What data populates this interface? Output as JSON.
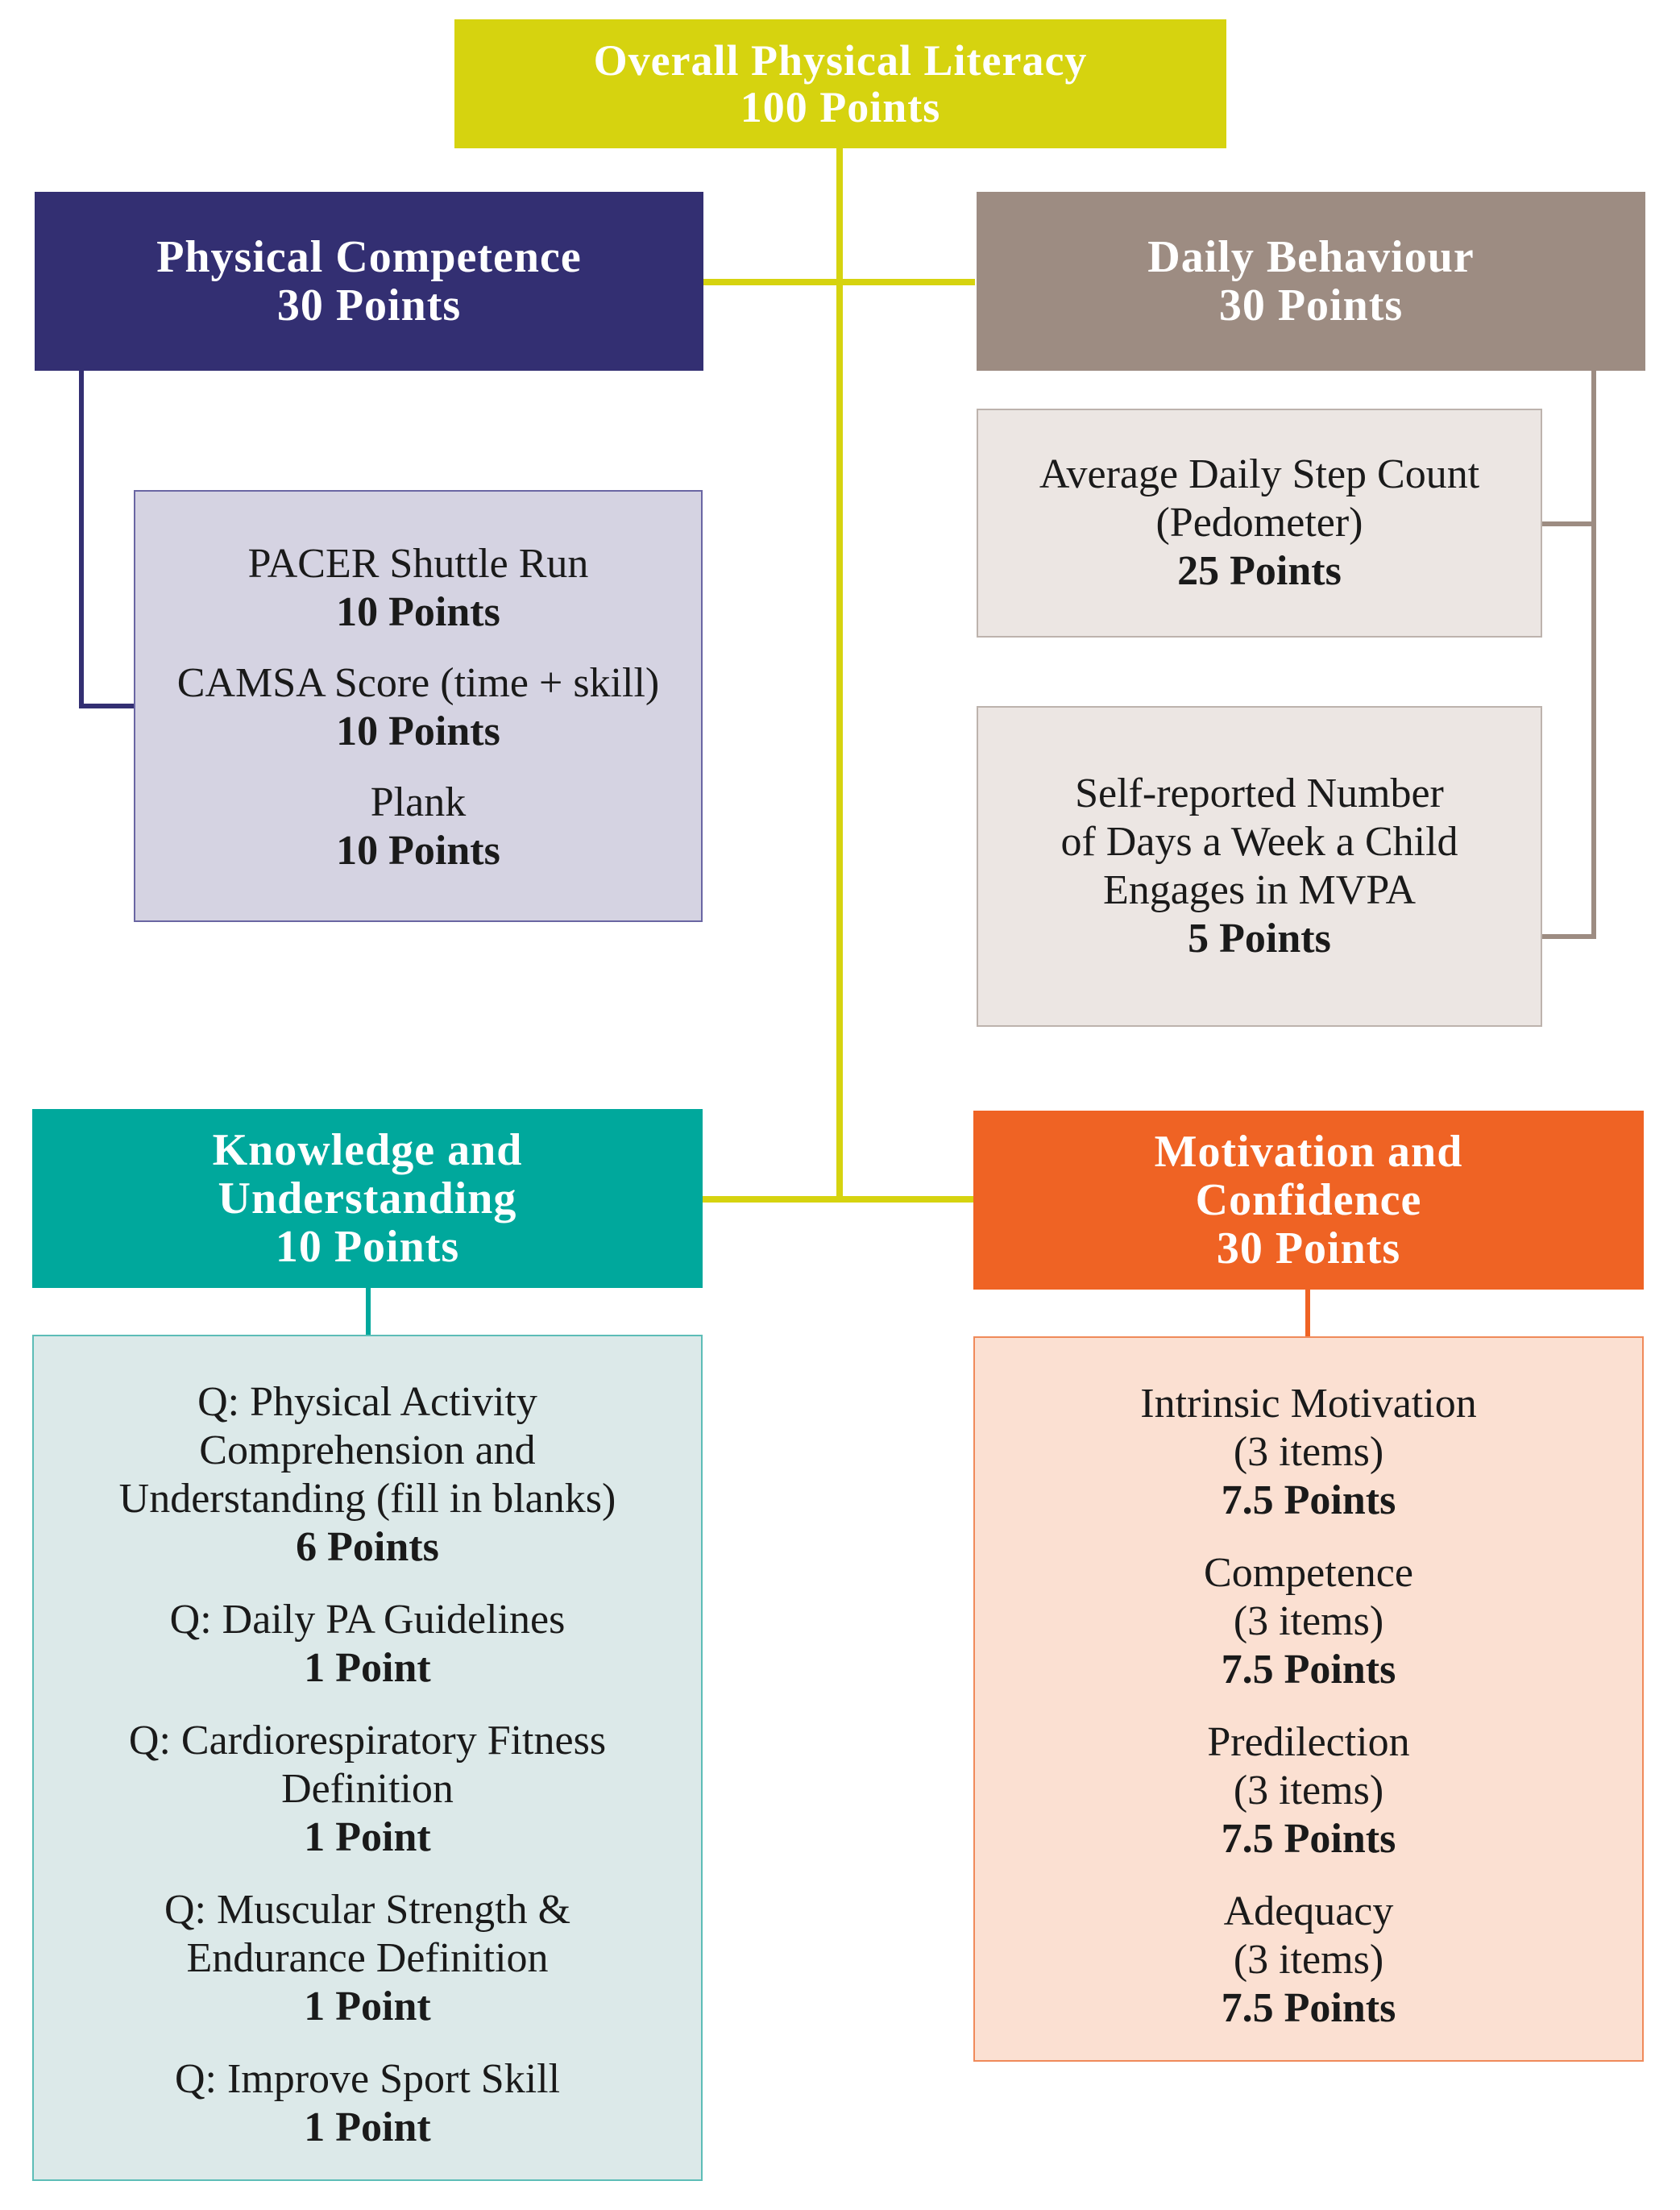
{
  "colors": {
    "overall": "#d6d30f",
    "physical_competence": "#332f72",
    "physical_competence_sub": "#d5d3e2",
    "daily_behaviour": "#9d8c82",
    "daily_behaviour_sub": "#ece6e3",
    "knowledge": "#00a89c",
    "knowledge_sub": "#dce9e9",
    "motivation": "#ef6324",
    "motivation_sub": "#fbe0d2"
  },
  "overall": {
    "title": "Overall Physical Literacy",
    "points": "100 Points"
  },
  "physical_competence": {
    "title": "Physical Competence",
    "points": "30 Points",
    "items": [
      {
        "label": "PACER Shuttle Run",
        "points": "10 Points"
      },
      {
        "label": "CAMSA Score (time + skill)",
        "points": "10 Points"
      },
      {
        "label": "Plank",
        "points": "10 Points"
      }
    ]
  },
  "daily_behaviour": {
    "title": "Daily Behaviour",
    "points": "30 Points",
    "items": [
      {
        "label_lines": [
          "Average Daily Step Count",
          "(Pedometer)"
        ],
        "points": "25 Points"
      },
      {
        "label_lines": [
          "Self-reported Number",
          "of Days a Week a Child",
          "Engages in MVPA"
        ],
        "points": "5 Points"
      }
    ]
  },
  "knowledge": {
    "title_lines": [
      "Knowledge and",
      "Understanding"
    ],
    "points": "10 Points",
    "items": [
      {
        "label_lines": [
          "Q: Physical Activity",
          "Comprehension and",
          "Understanding (fill in blanks)"
        ],
        "points": "6 Points"
      },
      {
        "label_lines": [
          "Q: Daily PA Guidelines"
        ],
        "points": "1 Point"
      },
      {
        "label_lines": [
          "Q: Cardiorespiratory Fitness",
          "Definition"
        ],
        "points": "1 Point"
      },
      {
        "label_lines": [
          "Q: Muscular Strength &",
          "Endurance Definition"
        ],
        "points": "1 Point"
      },
      {
        "label_lines": [
          "Q: Improve Sport Skill"
        ],
        "points": "1 Point"
      }
    ]
  },
  "motivation": {
    "title_lines": [
      "Motivation and",
      "Confidence"
    ],
    "points": "30 Points",
    "items": [
      {
        "label": "Intrinsic Motivation",
        "detail": "(3 items)",
        "points": "7.5 Points"
      },
      {
        "label": "Competence",
        "detail": "(3 items)",
        "points": "7.5 Points"
      },
      {
        "label": "Predilection",
        "detail": "(3 items)",
        "points": "7.5 Points"
      },
      {
        "label": "Adequacy",
        "detail": "(3 items)",
        "points": "7.5 Points"
      }
    ]
  }
}
